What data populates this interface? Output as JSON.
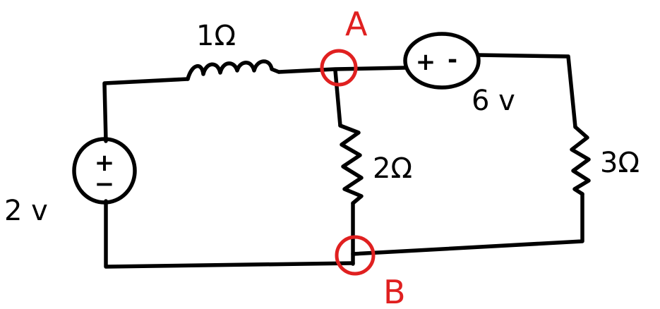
{
  "colors": {
    "ink": "#000000",
    "highlight": "#e02020",
    "background": "#ffffff"
  },
  "components": {
    "r1": {
      "label": "1Ω"
    },
    "r2": {
      "label": "2Ω"
    },
    "r3": {
      "label": "3Ω"
    },
    "v1": {
      "label": "2 v",
      "plus": "+",
      "minus": "−"
    },
    "v2": {
      "label": "6 v",
      "plus": "+",
      "minus": "-"
    }
  },
  "nodes": {
    "a": {
      "label": "A"
    },
    "b": {
      "label": "B"
    }
  }
}
